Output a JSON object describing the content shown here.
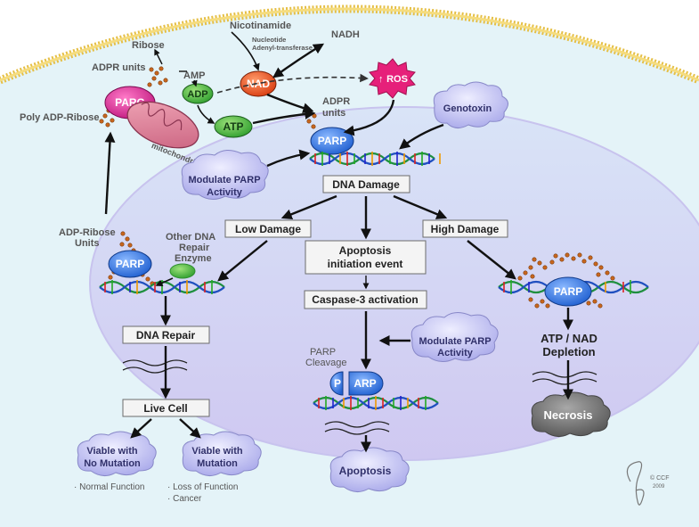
{
  "colors": {
    "membrane": "#e8c44a",
    "cytoplasm": "#e3f2f7",
    "nucleus": "#cdd3f5",
    "parp": "#2e6fe0",
    "parg": "#d8228f",
    "nad": "#e84a1a",
    "atp": "#3bb33c",
    "ros": "#e6207a",
    "cloud": "#b6b6ef",
    "necrosis": "#6d6d6d"
  },
  "top": {
    "ribose": "Ribose",
    "adpr_units_left": "ADPR units",
    "amp": "AMP",
    "adp": "ADP",
    "poly_adp_ribose": "Poly ADP-Ribose",
    "parg": "PARG",
    "mitochondria": "mitochondria",
    "atp": "ATP",
    "nicotinamide": "Nicotinamide",
    "enzyme_line1": "Nucleotide",
    "enzyme_line2": "Adenyl-transferase 1",
    "nad": "NAD",
    "nadh": "NADH",
    "ros": "ROS",
    "adpr_line1": "ADPR",
    "adpr_line2": "units"
  },
  "center": {
    "parp": "PARP",
    "genotoxin": "Genotoxin",
    "modulate_line1": "Modulate PARP",
    "modulate_line2": "Activity",
    "dna_damage": "DNA Damage",
    "low_damage": "Low Damage",
    "high_damage": "High Damage",
    "apoptosis_line1": "Apoptosis",
    "apoptosis_line2": "initiation event",
    "caspase": "Caspase-3 activation",
    "modulate2_line1": "Modulate PARP",
    "modulate2_line2": "Activity",
    "cleavage_line1": "PARP",
    "cleavage_line2": "Cleavage",
    "p": "P",
    "arp": "ARP",
    "apoptosis": "Apoptosis"
  },
  "left": {
    "adp_ribose_line1": "ADP-Ribose",
    "adp_ribose_line2": "Units",
    "parp": "PARP",
    "other_line1": "Other DNA",
    "other_line2": "Repair",
    "other_line3": "Enzyme",
    "dna_repair": "DNA Repair",
    "live_cell": "Live Cell",
    "viable1_line1": "Viable with",
    "viable1_line2": "No Mutation",
    "viable2_line1": "Viable with",
    "viable2_line2": "Mutation",
    "normal_function": "· Normal Function",
    "loss_of_function": "· Loss of Function",
    "cancer": "· Cancer"
  },
  "right": {
    "parp": "PARP",
    "depletion_line1": "ATP / NAD",
    "depletion_line2": "Depletion",
    "necrosis": "Necrosis"
  },
  "signature": {
    "ccf": "CCF",
    "year": "2009"
  }
}
